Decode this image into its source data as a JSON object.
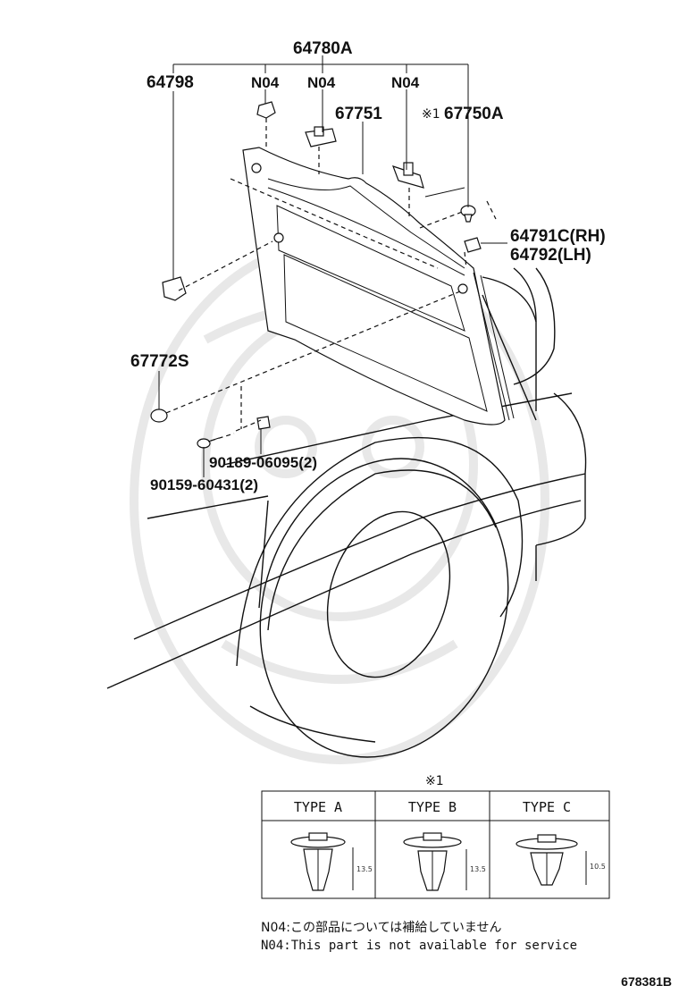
{
  "labels": {
    "p64780a": "64780A",
    "p64798": "64798",
    "n04_a": "N04",
    "n04_b": "N04",
    "n04_c": "N04",
    "p67751": "67751",
    "p67750a": "67750A",
    "note_mark": "※1",
    "p64791c": "64791C(RH)",
    "p64792": "64792(LH)",
    "p67772s": "67772S",
    "p90189": "90189-06095(2)",
    "p90159": "90159-60431(2)"
  },
  "clip_table": {
    "note_mark": "※1",
    "types": [
      {
        "label": "TYPE A",
        "dimension": "13.5"
      },
      {
        "label": "TYPE B",
        "dimension": "13.5"
      },
      {
        "label": "TYPE C",
        "dimension": "10.5"
      }
    ]
  },
  "notes": {
    "jp": "N04:この部品については補給していません",
    "en": "N04:This part is not available for service"
  },
  "figure_id": "678381B"
}
